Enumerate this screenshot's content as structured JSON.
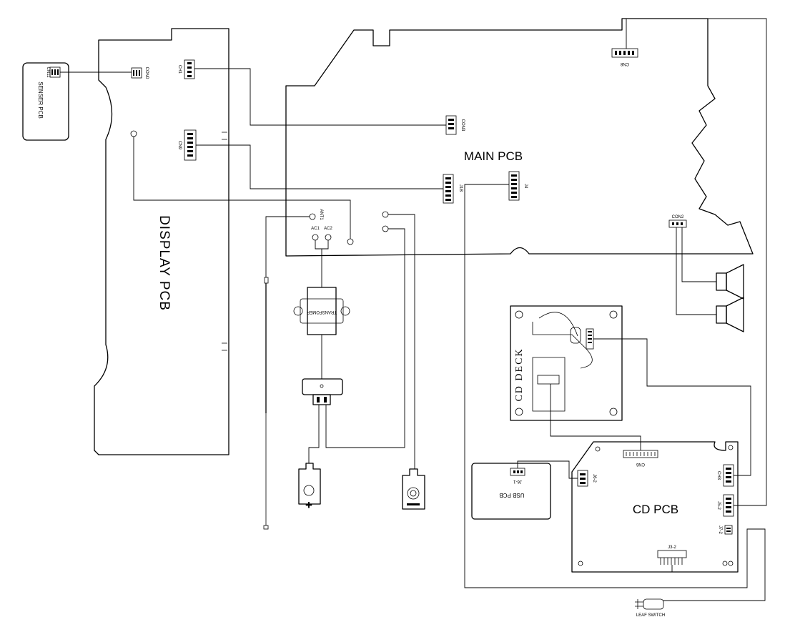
{
  "boards": {
    "main": "MAIN PCB",
    "display": "DISPLAY PCB",
    "cd": "CD PCB",
    "sensor": "SENSER PCB",
    "usb": "USB PCB",
    "cd_deck": "CD DECK"
  },
  "components": {
    "transformer": "TRANSFOMER",
    "leaf_switch": "LEAF SWITCH"
  },
  "connectors": {
    "cn11": "CN11",
    "con0": "CON0",
    "ch1": "CH1",
    "con3": "CON3",
    "cn8": "CN8",
    "cn9": "CN9",
    "j1b": "J1B",
    "j4": "J4",
    "ant1": "ANT1",
    "ac1": "AC1",
    "ac2": "AC2",
    "con2": "CON2",
    "j6_1": "J6-1",
    "j6_2": "J6-2",
    "cn6": "CN6",
    "j3_2": "J3-2",
    "ch3": "CH3",
    "j5_2": "J5-2",
    "j7_2": "J7-2"
  },
  "symbols": {
    "plus": "+"
  }
}
